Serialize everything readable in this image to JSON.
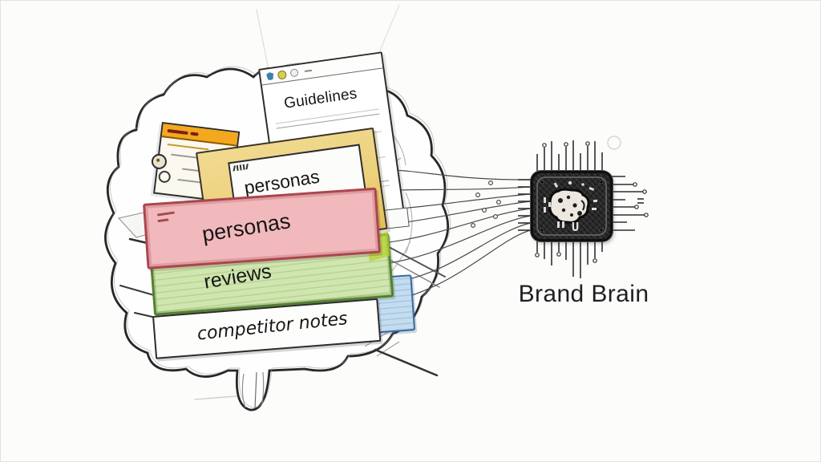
{
  "canvas": {
    "background": "#fcfcfb"
  },
  "knowledge_stack": {
    "sticky_note": {
      "header_color": "#f3a81e"
    },
    "guidelines_card": {
      "label": "Guidelines",
      "window_icons": [
        "shield-icon",
        "yellow-dot-icon",
        "gray-dot-icon",
        "dash-icon"
      ]
    },
    "personas_folder": {
      "label": "personas",
      "color": "#ecd17c"
    },
    "personas_sheet": {
      "label": "personas",
      "color": "#f2b9bd",
      "border_color": "#a9474e"
    },
    "reviews_sheet": {
      "label": "reviews",
      "color": "#cfe6ae",
      "border_color": "#557f2f"
    },
    "blue_sheet": {
      "color": "#c3dcef",
      "border_color": "#39689c"
    },
    "competitor_notes_sheet": {
      "label": "competitor notes",
      "color": "#fdfdfc"
    }
  },
  "chip": {
    "label": "Brand Brain",
    "body_color": "#262626"
  }
}
